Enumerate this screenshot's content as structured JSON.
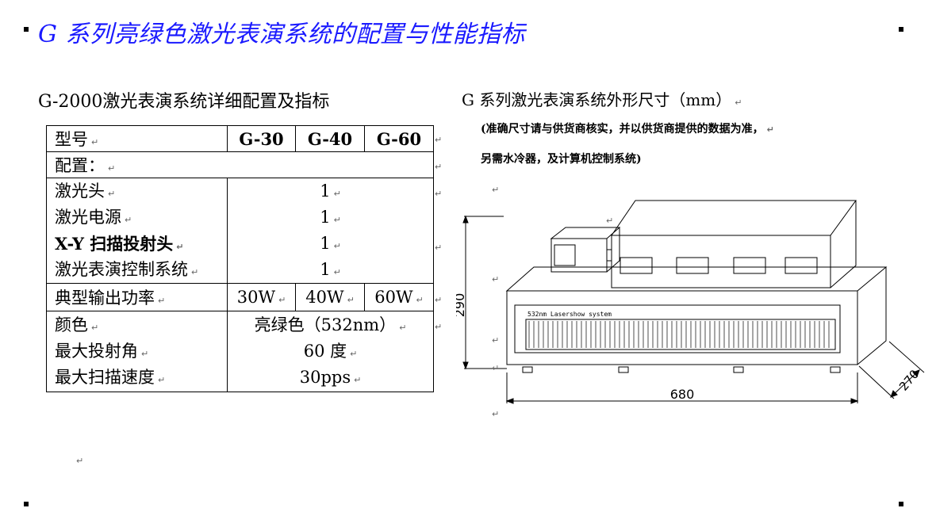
{
  "title": "G 系列亮绿色激光表演系统的配置与性能指标",
  "left_heading": "G-2000激光表演系统详细配置及指标",
  "right_heading": "G 系列激光表演系统外形尺寸（mm）",
  "notes": {
    "line1": "(准确尺寸请与供货商核实，并以供货商提供的数据为准，",
    "line2": "另需水冷器，及计算机控制系统)"
  },
  "paragraph_mark": "↵",
  "table": {
    "model_label": "型号",
    "models": [
      "G-30",
      "G-40",
      "G-60"
    ],
    "config_label": "配置：",
    "config_items": [
      "激光头",
      "激光电源",
      "X-Y 扫描投射头",
      "激光表演控制系统"
    ],
    "config_values": [
      "1",
      "1",
      "1",
      "1"
    ],
    "power_label": "典型输出功率",
    "power_values": [
      "30W",
      "40W",
      "60W"
    ],
    "specs": [
      {
        "label": "颜色",
        "value": "亮绿色（532nm）"
      },
      {
        "label": "最大投射角",
        "value": "60 度"
      },
      {
        "label": "最大扫描速度",
        "value": "30pps"
      }
    ]
  },
  "drawing": {
    "panel_text": "532nm Lasershow system",
    "dim_height": "290",
    "dim_width": "680",
    "dim_depth": "270"
  }
}
